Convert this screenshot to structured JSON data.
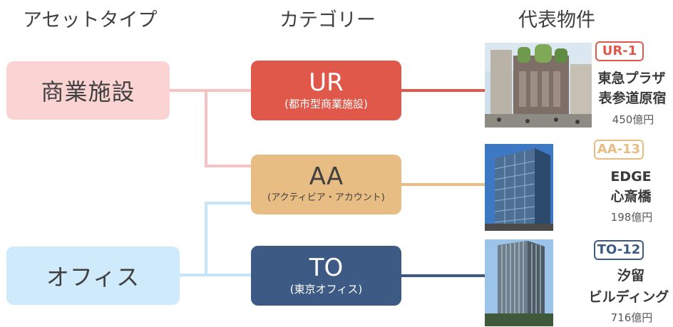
{
  "headers": {
    "asset_type": "アセットタイプ",
    "category": "カテゴリー",
    "representative": "代表物件"
  },
  "asset_types": [
    {
      "label": "商業施設"
    },
    {
      "label": "オフィス"
    }
  ],
  "categories": [
    {
      "code": "UR",
      "desc": "(都市型商業施設)"
    },
    {
      "code": "AA",
      "desc": "(アクティビア・アカウント)"
    },
    {
      "code": "TO",
      "desc": "(東京オフィス)"
    }
  ],
  "properties": [
    {
      "tag": "UR-1",
      "name_line1": "東急プラザ",
      "name_line2": "表参道原宿",
      "price": "450億円"
    },
    {
      "tag": "AA-13",
      "name_line1": "EDGE",
      "name_line2": "心斎橋",
      "price": "198億円"
    },
    {
      "tag": "TO-12",
      "name_line1": "汐留",
      "name_line2": "ビルディング",
      "price": "716億円"
    }
  ],
  "colors": {
    "ur": "#e0584a",
    "aa": "#e8bd84",
    "to": "#3d5a85",
    "commercial_bg": "#fcd3d3",
    "office_bg": "#cfeafb",
    "commercial_line": "#f7c2c2",
    "office_line": "#c7e5f8"
  }
}
